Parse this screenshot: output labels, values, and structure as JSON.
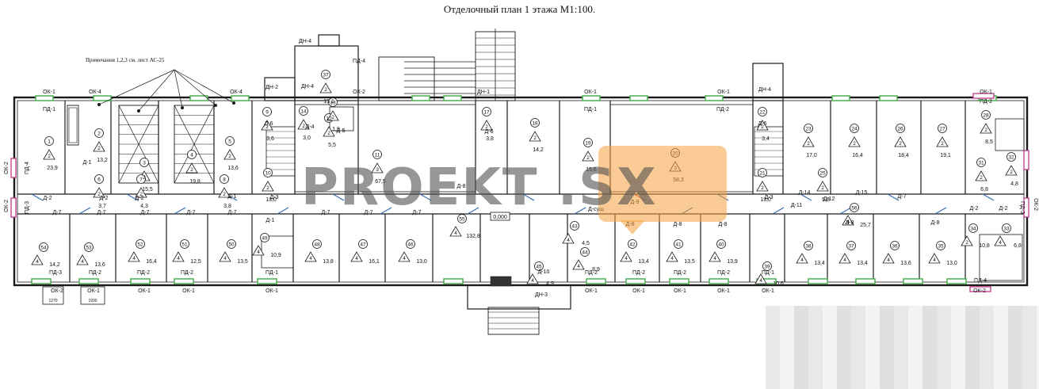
{
  "title": "Отделочный план 1 этажа М1:100.",
  "note": "Примечания 1,2,3 см. лист АС-25",
  "watermark": "PROEKT .SX",
  "level_mark": "0,000",
  "top_windows": [
    "ОК-1",
    "ОК-4",
    "ОК-4",
    "ОК-2",
    "ОК-1",
    "ОК-1",
    "ОК-1"
  ],
  "top_doors": [
    "ДН-4",
    "ДН-2",
    "ДН-4",
    "ДН-1",
    "ДН-4",
    "ПД-4",
    "ПД-1",
    "ПД-1",
    "ПД-2",
    "ПД-2"
  ],
  "bottom_windows": [
    "ОК-2",
    "ОК-1",
    "ОК-1",
    "ОК-1",
    "ОК-1",
    "ОК-1",
    "ОК-1",
    "ОК-1",
    "ОК-1",
    "ОК-1",
    "ОК-2"
  ],
  "bottom_doors": [
    "ПД-3",
    "ПД-2",
    "ПД-2",
    "ПД-2",
    "ПД-1",
    "ПД-2",
    "ПД-2",
    "ПД-2",
    "ПД-2",
    "ПД-1",
    "ПД-4",
    "ДН-3"
  ],
  "side_labels": [
    "ОК-2",
    "ОК-2",
    "ПД-4",
    "ПД-3",
    "ОК-2",
    "ПД-3"
  ],
  "dims": [
    "1270",
    "1930"
  ],
  "rooms_top": [
    {
      "n": "1",
      "area": "23,9"
    },
    {
      "n": "2",
      "area": "13,2"
    },
    {
      "n": "3",
      "area": "15,5"
    },
    {
      "n": "4",
      "area": "19,8"
    },
    {
      "n": "5",
      "area": "13,6"
    },
    {
      "n": "6",
      "area": "3,7"
    },
    {
      "n": "7",
      "area": "4,3"
    },
    {
      "n": "8",
      "area": "3,8"
    },
    {
      "n": "9",
      "area": "3,6"
    },
    {
      "n": "10",
      "area": "13,0"
    },
    {
      "n": "11",
      "area": "67,5"
    },
    {
      "n": "12",
      "area": "5,5"
    },
    {
      "n": "13",
      "area": "1,9"
    },
    {
      "n": "14",
      "area": "3,0"
    },
    {
      "n": "17",
      "area": "3,8"
    },
    {
      "n": "18",
      "area": "14,2"
    },
    {
      "n": "19",
      "area": "15,6"
    },
    {
      "n": "20",
      "area": "58,3"
    },
    {
      "n": "21",
      "area": "13,0"
    },
    {
      "n": "22",
      "area": "3,4"
    },
    {
      "n": "23",
      "area": "17,0"
    },
    {
      "n": "24",
      "area": "16,4"
    },
    {
      "n": "25",
      "area": "5,8"
    },
    {
      "n": "26",
      "area": "18,4"
    },
    {
      "n": "27",
      "area": "19,1"
    },
    {
      "n": "28",
      "area": "8,5"
    },
    {
      "n": "31",
      "area": "6,8"
    },
    {
      "n": "32",
      "area": "4,8"
    },
    {
      "n": "37",
      "area": "15,1"
    }
  ],
  "rooms_bottom": [
    {
      "n": "54",
      "area": "14,2"
    },
    {
      "n": "53",
      "area": "13,6"
    },
    {
      "n": "52",
      "area": "16,4"
    },
    {
      "n": "51",
      "area": "12,5"
    },
    {
      "n": "50",
      "area": "13,5"
    },
    {
      "n": "49",
      "area": "10,9"
    },
    {
      "n": "48",
      "area": "13,8"
    },
    {
      "n": "47",
      "area": "16,1"
    },
    {
      "n": "46",
      "area": "13,0"
    },
    {
      "n": "45",
      "area": "4,9"
    },
    {
      "n": "44",
      "area": "8,9"
    },
    {
      "n": "43",
      "area": "4,5"
    },
    {
      "n": "42",
      "area": "13,4"
    },
    {
      "n": "41",
      "area": "13,5"
    },
    {
      "n": "40",
      "area": "13,9"
    },
    {
      "n": "39",
      "area": "10,6"
    },
    {
      "n": "38",
      "area": "13,4"
    },
    {
      "n": "37",
      "area": "13,4"
    },
    {
      "n": "36",
      "area": "13,6"
    },
    {
      "n": "35",
      "area": "13,0"
    },
    {
      "n": "34",
      "area": "10,8"
    },
    {
      "n": "33",
      "area": "6,8"
    },
    {
      "n": "55",
      "area": "132,8"
    },
    {
      "n": "56",
      "area": "25,7"
    }
  ],
  "doors_corridor": [
    "Д-2",
    "Д-7",
    "Д-7",
    "Д-7",
    "Д-7",
    "Д-7",
    "Д-1",
    "Д-7",
    "Д-7",
    "Д-7",
    "Д-8",
    "Д-9",
    "Д-8",
    "Д-8",
    "Д-8",
    "Д-11",
    "Д-12",
    "Д-15",
    "Д-7",
    "Д-8",
    "Д-8",
    "Д-2",
    "Д-2",
    "Д-сущ",
    "Д-10",
    "Д-14",
    "Д-3",
    "Д-3",
    "Д-6",
    "Д-6",
    "Д-6",
    "Д-4",
    "Д-5",
    "Д-1",
    "Д-2",
    "Д-2",
    "Д-1"
  ],
  "colors": {
    "line": "#1a1a1a",
    "window": "#4caf50",
    "door": "#3a6fb0",
    "door_red": "#d43a3a",
    "ext_door": "#c0398a"
  }
}
